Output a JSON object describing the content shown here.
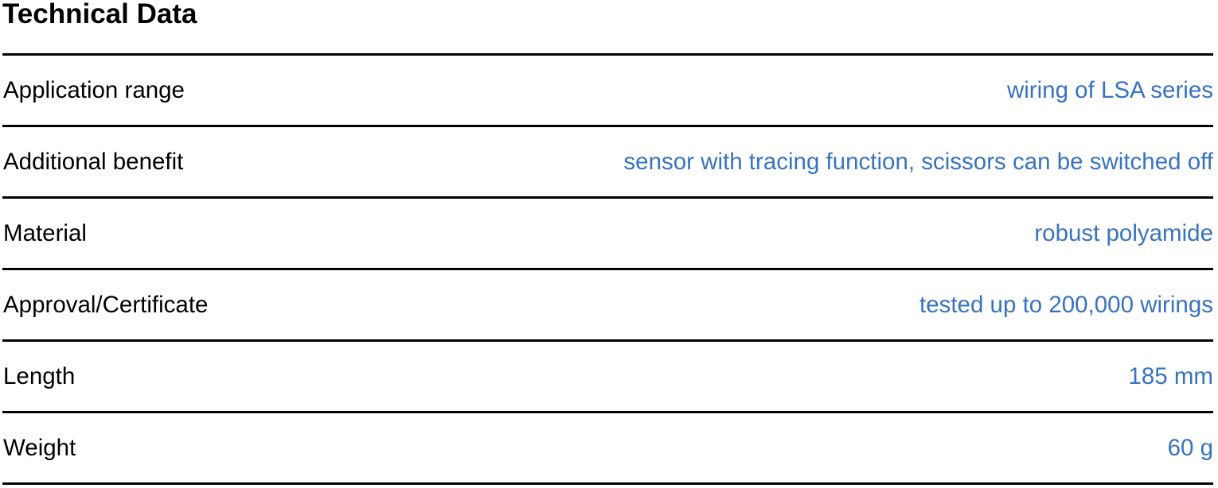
{
  "title": "Technical Data",
  "colors": {
    "value": "#3873c0",
    "label": "#000000"
  },
  "rows": [
    {
      "label": "Application range",
      "value": "wiring of LSA series"
    },
    {
      "label": "Additional benefit",
      "value": "sensor with tracing function, scissors can be switched off"
    },
    {
      "label": "Material",
      "value": "robust polyamide"
    },
    {
      "label": "Approval/Certificate",
      "value": "tested up to 200,000 wirings"
    },
    {
      "label": "Length",
      "value": "185 mm"
    },
    {
      "label": "Weight",
      "value": "60 g"
    }
  ]
}
